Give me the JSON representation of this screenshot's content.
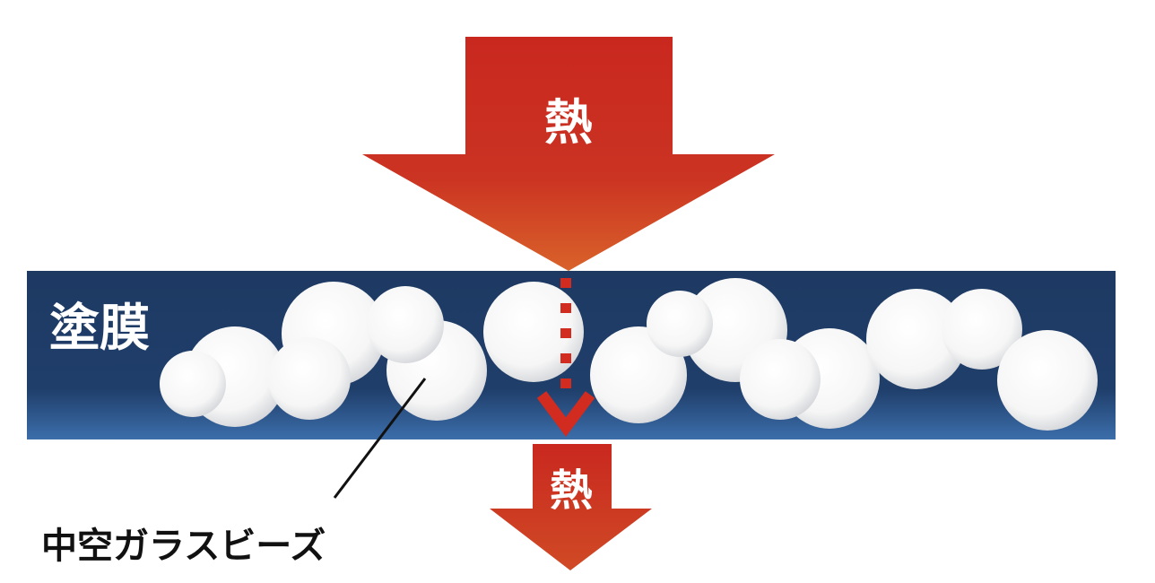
{
  "labels": {
    "heat_top": "熱",
    "heat_bottom": "熱",
    "coating": "塗膜",
    "beads": "中空ガラスビーズ"
  },
  "colors": {
    "arrow_red": "#c9281f",
    "arrow_orange": "#d9622a",
    "coating_dark": "#1f3c66",
    "coating_light": "#3a6aa8",
    "bead_white": "#ffffff",
    "text_white": "#ffffff",
    "text_black": "#111111"
  }
}
